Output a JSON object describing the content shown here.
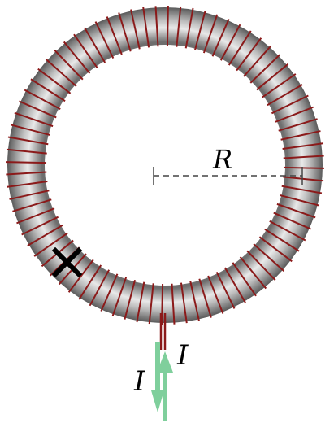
{
  "labels": {
    "radius": "R",
    "current_in": "I",
    "current_out": "I"
  },
  "marker": {
    "symbol": "×"
  },
  "colors": {
    "background": "#ffffff",
    "core_dark": "#7a7a7a",
    "core_light": "#e6e6e6",
    "winding": "#8b1a1a",
    "lead_wire": "#8b1a1a",
    "current_arrow": "#7fcf9c",
    "dashed_line": "#444444",
    "marker": "#000000"
  },
  "icons": {
    "marker": "x-mark-icon",
    "arrow_up": "arrow-up-icon",
    "arrow_down": "arrow-down-icon"
  },
  "turns": 80
}
